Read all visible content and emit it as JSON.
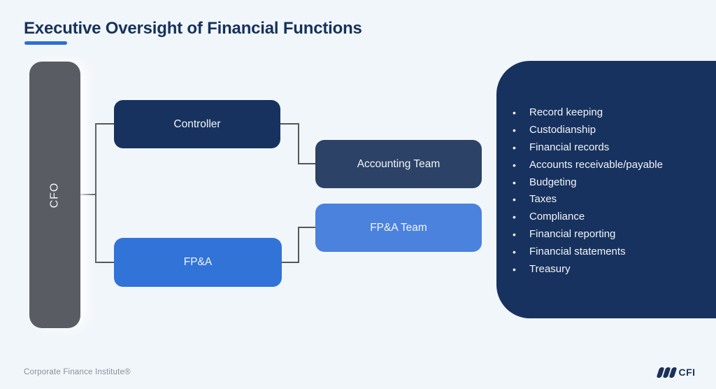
{
  "title": "Executive Oversight of Financial Functions",
  "org": {
    "cfo": "CFO",
    "controller": "Controller",
    "accounting_team": "Accounting Team",
    "fpa": "FP&A",
    "fpa_team": "FP&A Team"
  },
  "functions_panel": {
    "items": [
      "Record keeping",
      "Custodianship",
      "Financial records",
      "Accounts receivable/payable",
      "Budgeting",
      "Taxes",
      "Compliance",
      "Financial reporting",
      "Financial statements",
      "Treasury"
    ]
  },
  "footer": {
    "attribution": "Corporate Finance Institute®",
    "logo_text": "CFI"
  },
  "colors": {
    "background": "#f1f6fa",
    "title_text": "#16325c",
    "title_accent": "#2e6fd2",
    "cfo_gray": "#595c62",
    "navy_dark": "#17325e",
    "navy_medium": "#2c4266",
    "blue_primary": "#3273d8",
    "blue_light": "#4a82dd",
    "connector_gray": "#55575a"
  }
}
